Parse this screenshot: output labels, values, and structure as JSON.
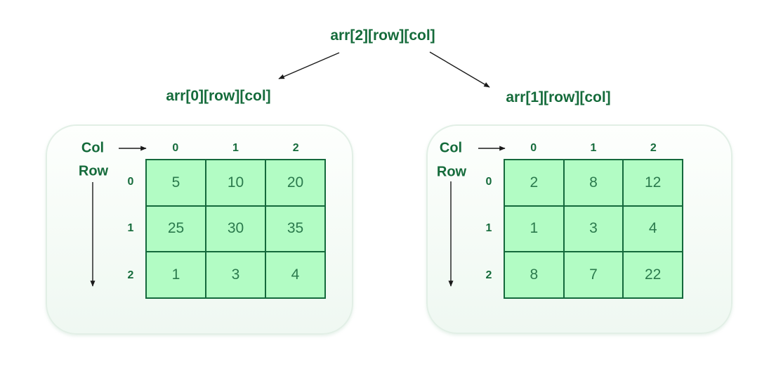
{
  "root_label": "arr[2][row][col]",
  "cards": [
    {
      "label": "arr[0][row][col]",
      "col_label": "Col",
      "row_label": "Row",
      "col_indices": [
        "0",
        "1",
        "2"
      ],
      "row_indices": [
        "0",
        "1",
        "2"
      ],
      "rows": [
        [
          "5",
          "10",
          "20"
        ],
        [
          "25",
          "30",
          "35"
        ],
        [
          "1",
          "3",
          "4"
        ]
      ]
    },
    {
      "label": "arr[1][row][col]",
      "col_label": "Col",
      "row_label": "Row",
      "col_indices": [
        "0",
        "1",
        "2"
      ],
      "row_indices": [
        "0",
        "1",
        "2"
      ],
      "rows": [
        [
          "2",
          "8",
          "12"
        ],
        [
          "1",
          "3",
          "4"
        ],
        [
          "8",
          "7",
          "22"
        ]
      ]
    }
  ],
  "colors": {
    "label_green": "#156b3b",
    "value_green": "#2b7a4d",
    "cell_fill": "#b2fcc4",
    "cell_border": "#14693c",
    "card_border": "#e2efe6",
    "arrow": "#1a1a1a"
  }
}
